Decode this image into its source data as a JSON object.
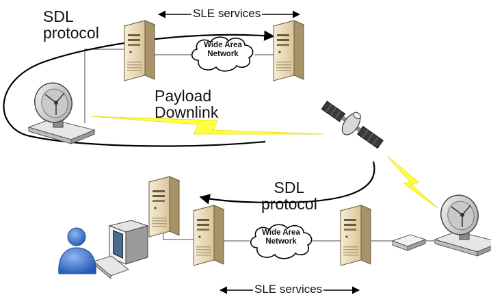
{
  "labels": {
    "sdl_protocol_top": [
      "SDL",
      "protocol"
    ],
    "sdl_protocol_bottom": [
      "SDL",
      "protocol"
    ],
    "payload_downlink": [
      "Payload",
      "Downlink"
    ],
    "sle_services_top": "SLE services",
    "sle_services_bottom": "SLE services",
    "wan_top": [
      "Wide Area",
      "Network"
    ],
    "wan_bottom": [
      "Wide Area",
      "Network"
    ]
  },
  "colors": {
    "server_light": "#f1e6cc",
    "server_mid": "#ddc9a0",
    "server_dark": "#a8926a",
    "dish": "#d2d2d2",
    "lightning": "#ffff33",
    "user": "#3e7ad8",
    "line": "#000000"
  },
  "icons": [
    "server-icon",
    "satellite-icon",
    "dish-antenna-icon",
    "cloud-icon",
    "lightning-icon",
    "user-icon",
    "monitor-icon",
    "keyboard-icon",
    "modem-icon"
  ]
}
